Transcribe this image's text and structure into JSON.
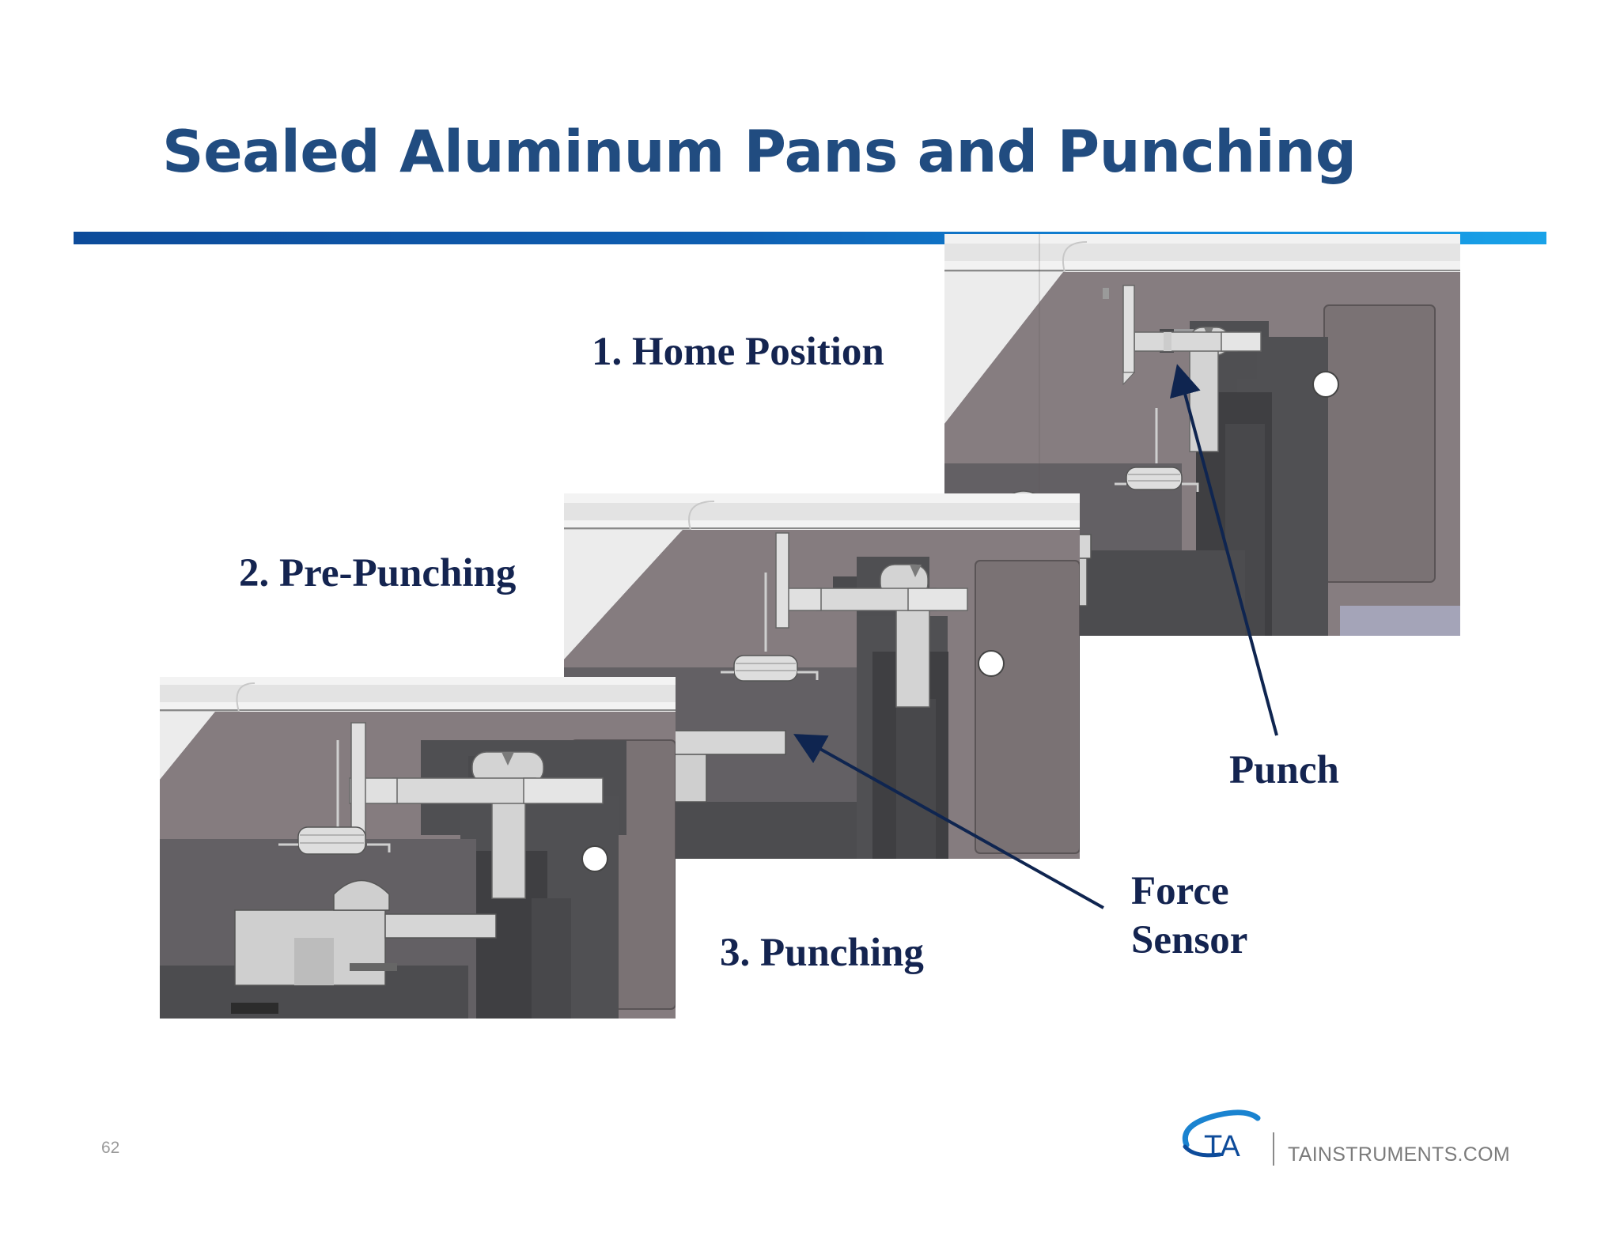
{
  "slide": {
    "title": "Sealed Aluminum Pans and Punching",
    "page_number": "62",
    "footer_url": "TAINSTRUMENTS.COM",
    "logo_letters": "TA"
  },
  "steps": [
    {
      "label": "1. Home Position"
    },
    {
      "label": "2. Pre-Punching"
    },
    {
      "label": "3. Punching"
    }
  ],
  "callouts": {
    "punch": "Punch",
    "force_line1": "Force",
    "force_line2": "Sensor"
  },
  "colors": {
    "title": "#214c80",
    "rule_start": "#0d4b9a",
    "rule_end": "#19a2e8",
    "label": "#142450",
    "arrow": "#0f2550",
    "housing": "#7d7577",
    "dark_metal": "#4d4d50",
    "light_metal": "#d6d6d6"
  }
}
